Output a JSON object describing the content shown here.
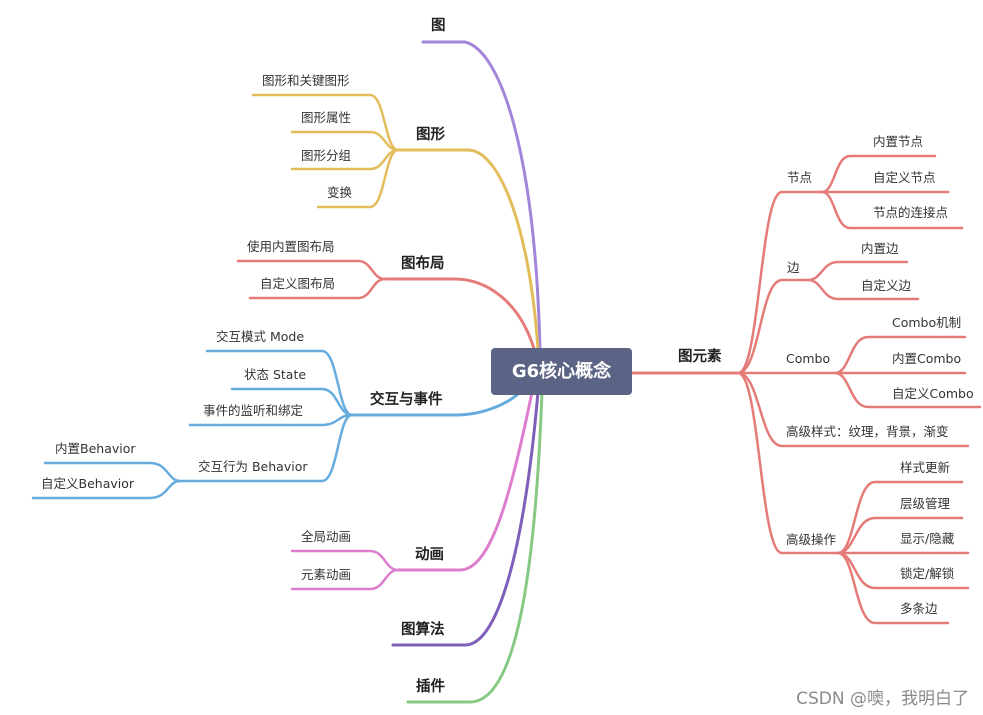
{
  "root": "G6核心概念",
  "colors": {
    "root_bg": "#5c6486",
    "purple": "#a385d9",
    "yellow": "#e3bd5b",
    "red": "#e57b78",
    "blue": "#66acde",
    "pink": "#dd7dce",
    "violet": "#7f5fba",
    "green": "#86c983"
  },
  "left": {
    "graph": "图",
    "shape": {
      "label": "图形",
      "children": [
        "图形和关键图形",
        "图形属性",
        "图形分组",
        "变换"
      ]
    },
    "layout": {
      "label": "图布局",
      "children": [
        "使用内置图布局",
        "自定义图布局"
      ]
    },
    "interaction": {
      "label": "交互与事件",
      "children": [
        "交互模式 Mode",
        "状态 State",
        "事件的监听和绑定",
        "交互行为 Behavior"
      ],
      "behavior_children": [
        "内置Behavior",
        "自定义Behavior"
      ]
    },
    "animation": {
      "label": "动画",
      "children": [
        "全局动画",
        "元素动画"
      ]
    },
    "algorithm": "图算法",
    "plugin": "插件"
  },
  "right": {
    "label": "图元素",
    "node": {
      "label": "节点",
      "children": [
        "内置节点",
        "自定义节点",
        "节点的连接点"
      ]
    },
    "edge": {
      "label": "边",
      "children": [
        "内置边",
        "自定义边"
      ]
    },
    "combo": {
      "label": "Combo",
      "children": [
        "Combo机制",
        "内置Combo",
        "自定义Combo"
      ]
    },
    "style": "高级样式：纹理，背景，渐变",
    "ops": {
      "label": "高级操作",
      "children": [
        "样式更新",
        "层级管理",
        "显示/隐藏",
        "锁定/解锁",
        "多条边"
      ]
    }
  },
  "watermark": "CSDN @噢，我明白了"
}
